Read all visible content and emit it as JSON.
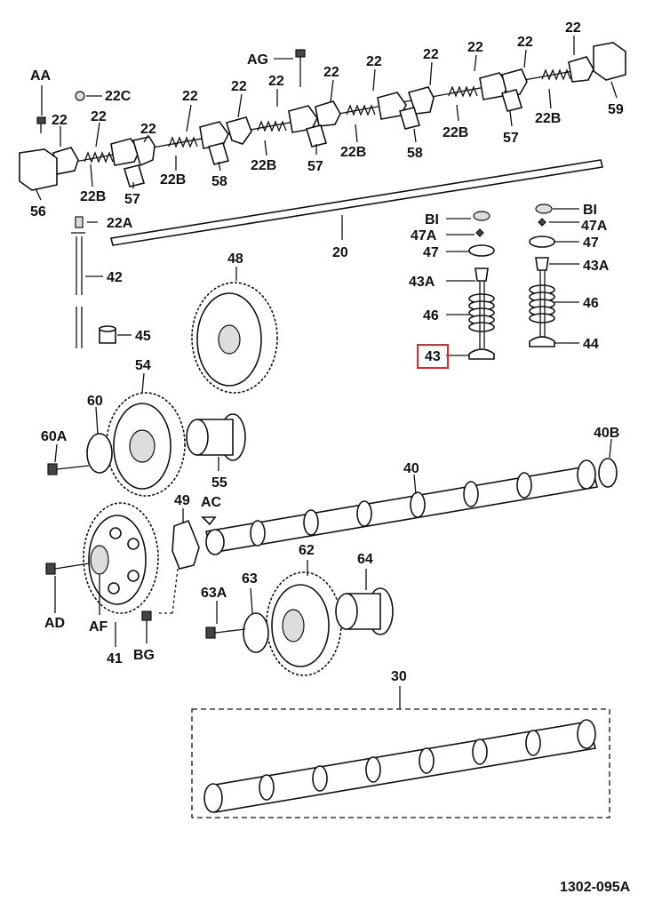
{
  "diagram": {
    "labels": {
      "AA": "AA",
      "22C": "22C",
      "22": "22",
      "22B": "22B",
      "22A": "22A",
      "56": "56",
      "57": "57",
      "58": "58",
      "59": "59",
      "AG": "AG",
      "42": "42",
      "45": "45",
      "20": "20",
      "48": "48",
      "BI": "BI",
      "47A": "47A",
      "47": "47",
      "43A": "43A",
      "46": "46",
      "43": "43",
      "44": "44",
      "54": "54",
      "60": "60",
      "60A": "60A",
      "55": "55",
      "40": "40",
      "40B": "40B",
      "49": "49",
      "AC": "AC",
      "AD": "AD",
      "AF": "AF",
      "41": "41",
      "BG": "BG",
      "62": "62",
      "63A": "63A",
      "63": "63",
      "64": "64",
      "30": "30"
    },
    "drawing_number": "1302-095A",
    "highlighted_part": "43"
  }
}
